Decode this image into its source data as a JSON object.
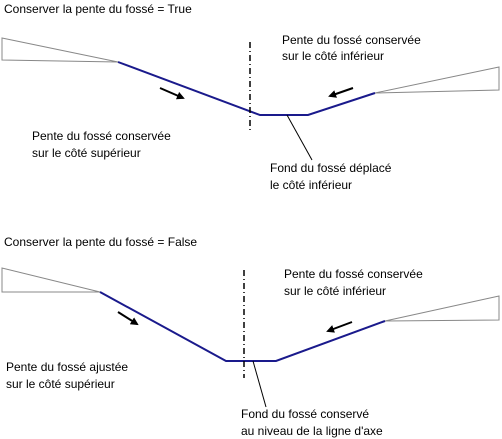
{
  "diagrams": [
    {
      "title": "Conserver la pente du fossé = True",
      "labels": {
        "lower_side_l1": "Pente du fossé conservée",
        "lower_side_l2": "sur le côté inférieur",
        "upper_side_l1": "Pente du fossé conservée",
        "upper_side_l2": "sur le côté supérieur",
        "bottom_l1": "Fond du fossé déplacé",
        "bottom_l2": "le côté inférieur"
      }
    },
    {
      "title": "Conserver la pente du fossé = False",
      "labels": {
        "lower_side_l1": "Pente du fossé conservée",
        "lower_side_l2": "sur le côté inférieur",
        "upper_side_l1": "Pente du fossé ajustée",
        "upper_side_l2": "sur le côté supérieur",
        "bottom_l1": "Fond du fossé conservé",
        "bottom_l2": "au niveau de la ligne d'axe"
      }
    }
  ],
  "colors": {
    "ditch_line": "#1a1a8c",
    "outline": "#888888",
    "text": "#000000"
  }
}
